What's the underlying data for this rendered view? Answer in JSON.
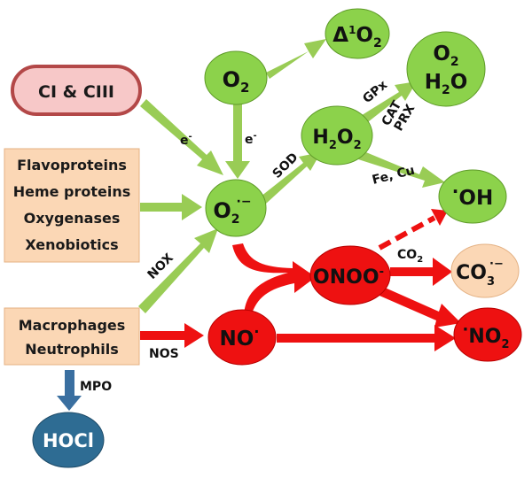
{
  "colors": {
    "green_node": "#8cd24b",
    "green_node_stroke": "#5e9a28",
    "green_arrow": "#99cc55",
    "red": "#ee1111",
    "peach": "#fbd7b5",
    "peach_stroke": "#e4b183",
    "mito_fill": "#f7c8c8",
    "mito_stroke": "#b34848",
    "hocl_fill": "#2e6c93",
    "mpo_arrow": "#3a6fa0"
  },
  "nodes": {
    "o2": "O",
    "o2_sub": "2",
    "singlet_delta": "Δ",
    "singlet_sup": "1",
    "singlet_o": "O",
    "singlet_sub": "2",
    "o2_h2o_top": "O",
    "o2_h2o_top_sub": "2",
    "o2_h2o_bottom_h": "H",
    "o2_h2o_bottom_sub": "2",
    "o2_h2o_bottom_o": "O",
    "h2o2_h": "H",
    "h2o2_sub1": "2",
    "h2o2_o": "O",
    "h2o2_sub2": "2",
    "superoxide": "O",
    "superoxide_sub": "2",
    "superoxide_sup": "·−",
    "hydroxyl_dot": "·",
    "hydroxyl": "OH",
    "peroxynitrite": "ONOO",
    "peroxynitrite_sup": "-",
    "carbonate": "CO",
    "carbonate_sub": "3",
    "carbonate_sup": "·−",
    "nitric_oxide": "NO",
    "nitric_oxide_sup": "·",
    "no2_dot": "·",
    "no2": "NO",
    "no2_sub": "2",
    "hocl": "HOCl"
  },
  "boxes": {
    "mitochondria": "CI & CIII",
    "enzymes": [
      "Flavoproteins",
      "Heme proteins",
      "Oxygenases",
      "Xenobiotics"
    ],
    "immune": [
      "Macrophages",
      "Neutrophils"
    ]
  },
  "labels": {
    "e_mito": "e",
    "e_mito_sup": "-",
    "e_o2": "e",
    "e_o2_sup": "-",
    "sod": "SOD",
    "gpx": "GPx",
    "cat": "CAT",
    "prx": "PRX",
    "fe_cu": "Fe, Cu",
    "co2": "CO",
    "co2_sub": "2",
    "nox": "NOX",
    "nos": "NOS",
    "mpo": "MPO"
  }
}
